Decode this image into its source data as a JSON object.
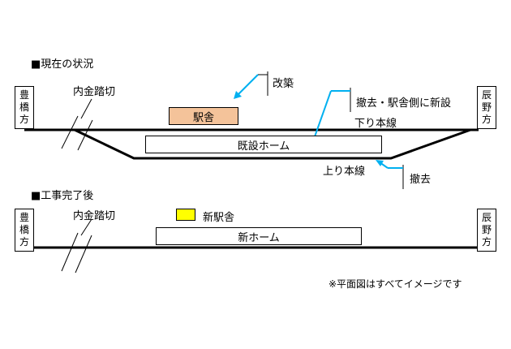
{
  "colors": {
    "old_station": "#f4c39a",
    "new_station": "#ffff00",
    "annotation_arrow": "#00b0f0"
  },
  "current": {
    "title": "■現在の状況",
    "left_dir": [
      "豊",
      "橋",
      "方"
    ],
    "right_dir": [
      "辰",
      "野",
      "方"
    ],
    "crossing": "内金踏切",
    "station": "駅舎",
    "platform": "既設ホーム",
    "down_line": "下り本線",
    "up_line": "上り本線",
    "note_renovate": "改築",
    "note_relocate": "撤去・駅舎側に新設",
    "note_remove": "撤去"
  },
  "after": {
    "title": "■工事完了後",
    "left_dir": [
      "豊",
      "橋",
      "方"
    ],
    "right_dir": [
      "辰",
      "野",
      "方"
    ],
    "crossing": "内金踏切",
    "station": "新駅舎",
    "platform": "新ホーム"
  },
  "footnote": "※平面図はすべてイメージです"
}
